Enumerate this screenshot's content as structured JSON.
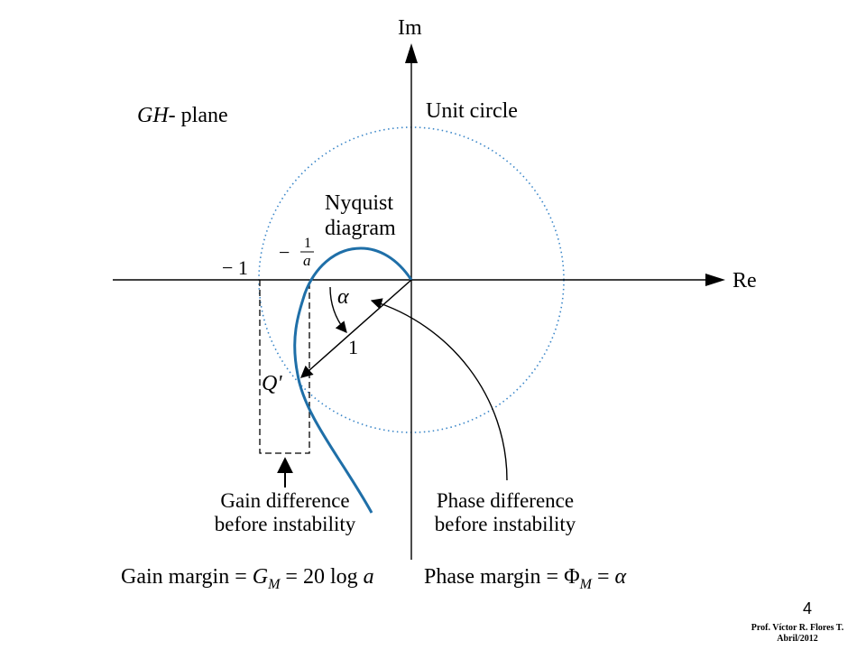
{
  "axes": {
    "real_label": "Re",
    "imag_label": "Im"
  },
  "plane": {
    "gh": "GH",
    "plane_suffix": "- plane"
  },
  "unit_circle": {
    "label": "Unit circle"
  },
  "nyquist": {
    "line1": "Nyquist",
    "line2": "diagram"
  },
  "points": {
    "minus_one": "− 1",
    "minus_sign": "−",
    "frac_num": "1",
    "frac_den": "a",
    "radius_label": "1",
    "alpha": "α",
    "q_prime": "Q'"
  },
  "gain": {
    "line1": "Gain difference",
    "line2": "before instability"
  },
  "phase": {
    "line1": "Phase difference",
    "line2": "before instability"
  },
  "formulas": {
    "gain_prefix": "Gain margin = ",
    "gain_G": "G",
    "gain_sub": "M",
    "gain_rest": " = 20 log ",
    "gain_a": "a",
    "phase_prefix": "Phase margin = ",
    "phase_phi": "Φ",
    "phase_sub": "M",
    "phase_eq": " = ",
    "phase_alpha": "α"
  },
  "footer": {
    "slide_number": "4",
    "author": "Prof. Víctor R. Flores T.",
    "date": "Abril/2012"
  },
  "colors": {
    "curve": "#1f6fa8",
    "circle": "#3a86c8",
    "ink": "#000000"
  }
}
